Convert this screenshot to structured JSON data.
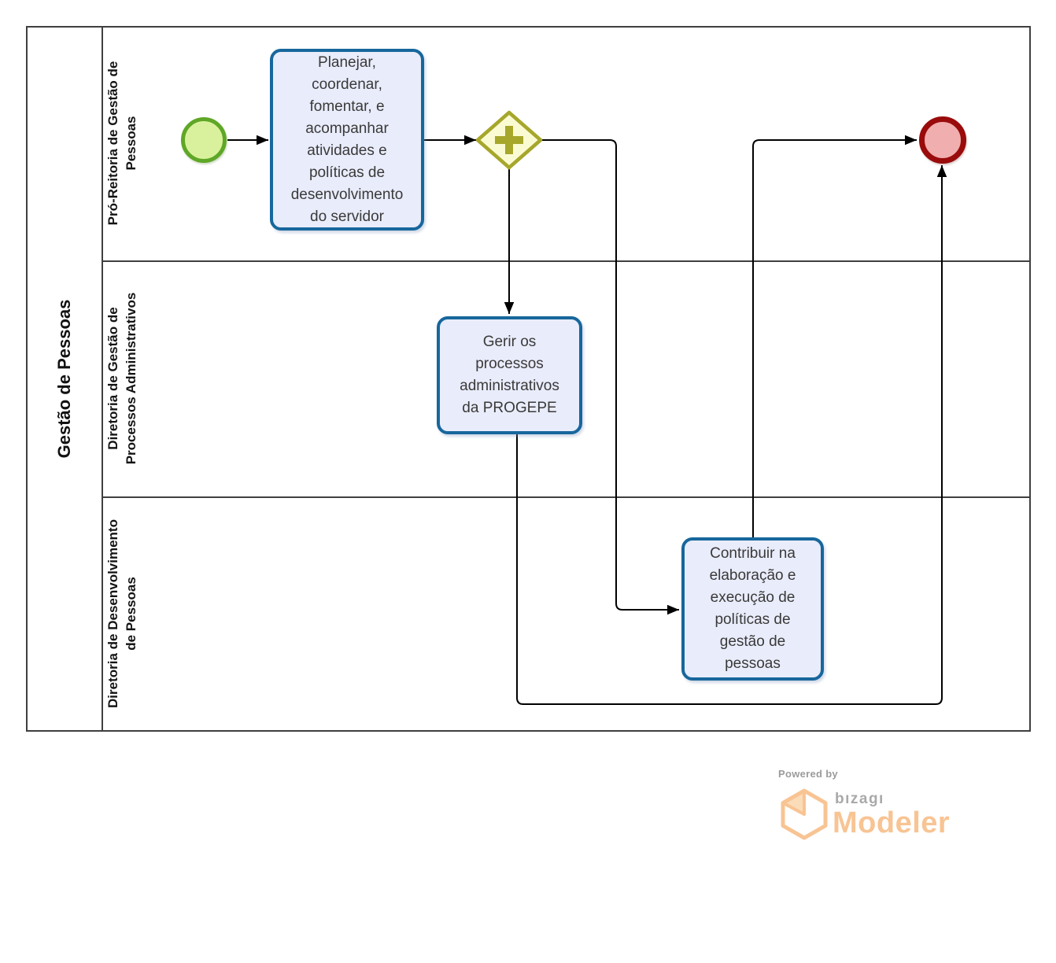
{
  "diagram": {
    "pool": {
      "title": "Gestão de Pessoas"
    },
    "lanes": [
      {
        "label": "Pró-Reitoria de Gestão de Pessoas"
      },
      {
        "label": "Diretoria de Gestão de Processos Administrativos"
      },
      {
        "label": "Diretoria de Desenvolvimento de Pessoas"
      }
    ],
    "nodes": {
      "start_event": {
        "type": "start-event"
      },
      "task_planejar": {
        "type": "task",
        "lines": [
          "Planejar,",
          "coordenar,",
          "fomentar, e",
          "acompanhar",
          "atividades e",
          "políticas de",
          "desenvolvimento",
          "do servidor"
        ]
      },
      "parallel_gateway": {
        "type": "parallel-gateway"
      },
      "task_gerir": {
        "type": "task",
        "lines": [
          "Gerir os",
          "processos",
          "administrativos",
          "da PROGEPE"
        ]
      },
      "task_contribuir": {
        "type": "task",
        "lines": [
          "Contribuir na",
          "elaboração e",
          "execução de",
          "políticas de",
          "gestão de",
          "pessoas"
        ]
      },
      "end_event": {
        "type": "end-event"
      }
    },
    "colors": {
      "pool_border": "#3f3f3f",
      "connector": "#000000",
      "task_border": "#17679c",
      "task_fill": "#e9ecfa",
      "gateway_border": "#a6a72b",
      "gateway_fill": "#fbfbd3",
      "start_border": "#5fa726",
      "start_fill": "#d9f19c",
      "end_border": "#9a0b0b",
      "end_fill": "#f0aeae",
      "brand_orange": "#f8c493",
      "brand_gray": "#a9a9a9"
    }
  },
  "footer": {
    "powered_by": "Powered by",
    "brand": "bızagı",
    "product": "Modeler"
  }
}
